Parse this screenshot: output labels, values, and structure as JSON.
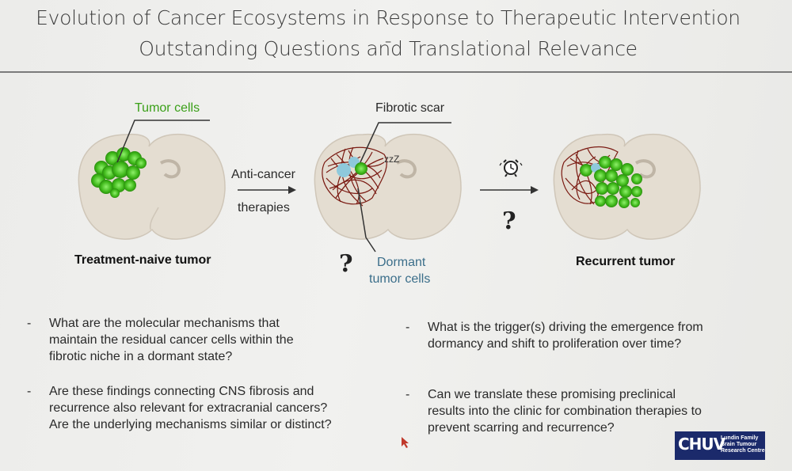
{
  "header": {
    "title_line1": "Evolution of Cancer Ecosystems in Response to Therapeutic Intervention -",
    "title_line2": "Outstanding Questions and Translational Relevance"
  },
  "figure": {
    "label_tumor_cells": "Tumor cells",
    "label_fibrotic_scar": "Fibrotic scar",
    "label_dormant": "Dormant",
    "label_tumor_cells2": "tumor cells",
    "arrow1_line1": "Anti-cancer",
    "arrow1_line2": "therapies",
    "caption_naive": "Treatment-naive tumor",
    "caption_recurrent": "Recurrent tumor",
    "zzz": "zzZ",
    "question_mark": "?"
  },
  "questions": {
    "left": [
      {
        "dash": "-",
        "text_lines": [
          "What are the molecular mechanisms that",
          "maintain the residual cancer cells within the",
          "fibrotic niche in a dormant state?"
        ]
      },
      {
        "dash": "-",
        "text_lines": [
          "Are these findings connecting CNS fibrosis and",
          "recurrence also relevant for extracranial cancers?",
          "Are the underlying mechanisms similar or distinct?"
        ]
      }
    ],
    "right": [
      {
        "dash": "-",
        "text_lines": [
          "What is the trigger(s) driving the emergence from",
          "dormancy and shift to proliferation over time?"
        ]
      },
      {
        "dash": "-",
        "text_lines": [
          "Can we translate these promising preclinical",
          "results into the clinic for combination therapies to",
          "prevent scarring and recurrence?"
        ]
      }
    ]
  },
  "logo": {
    "mark": "CHUV",
    "line1": "Lundin Family",
    "line2": "Brain Tumour",
    "line3": "Research Centre"
  },
  "colors": {
    "tumor_green": "#49c41f",
    "scar_red": "#7a1a12",
    "dormant_blue": "#8ec9dc",
    "brain_fill": "#e6dfd4"
  },
  "icons": [
    "alarm-clock-icon",
    "arrow-right-icon",
    "cursor-icon"
  ]
}
